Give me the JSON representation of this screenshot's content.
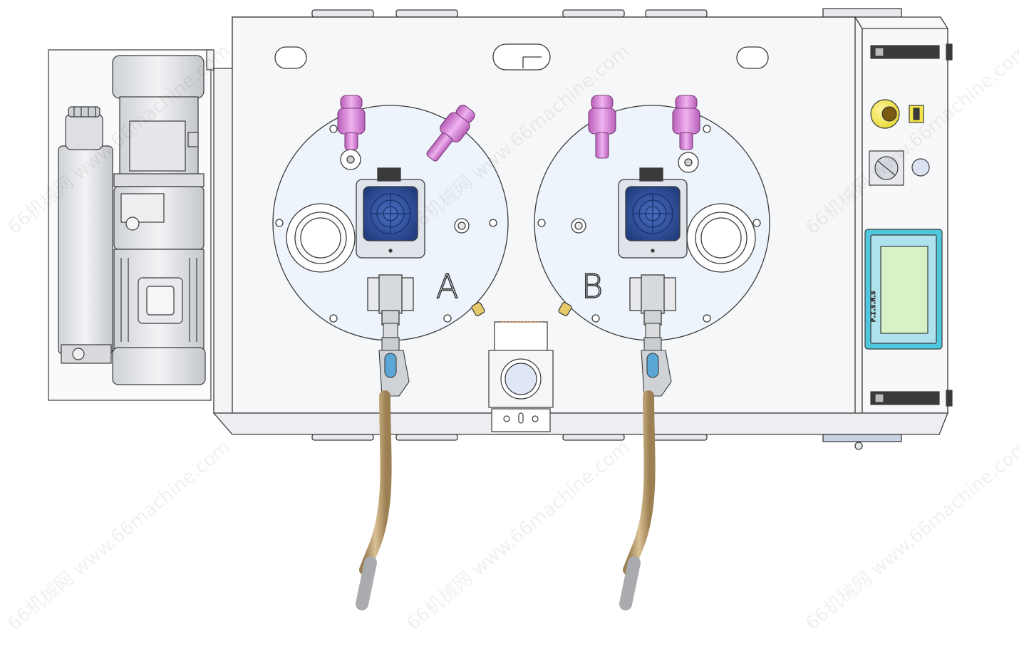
{
  "tanks": [
    {
      "id": "A",
      "label": "A"
    },
    {
      "id": "B",
      "label": "B"
    }
  ],
  "control_panel": {
    "screen_label": "P.I.S.M.S"
  },
  "watermark": {
    "text": "66机械网 www.66machine.com"
  },
  "colors": {
    "frame_stroke": "#3a3a3a",
    "body_fill": "#f3f4f6",
    "tank_fill": "#eef4fb",
    "fan_fill": "#2f4f9a",
    "pink": "#d98bd9",
    "screen_frame": "#4fc7dc",
    "screen_fill": "#d8f2c8",
    "hose": "#b99b6b",
    "nozzle_blue": "#5aa7d6",
    "knob_yellow": "#f2e64a"
  }
}
